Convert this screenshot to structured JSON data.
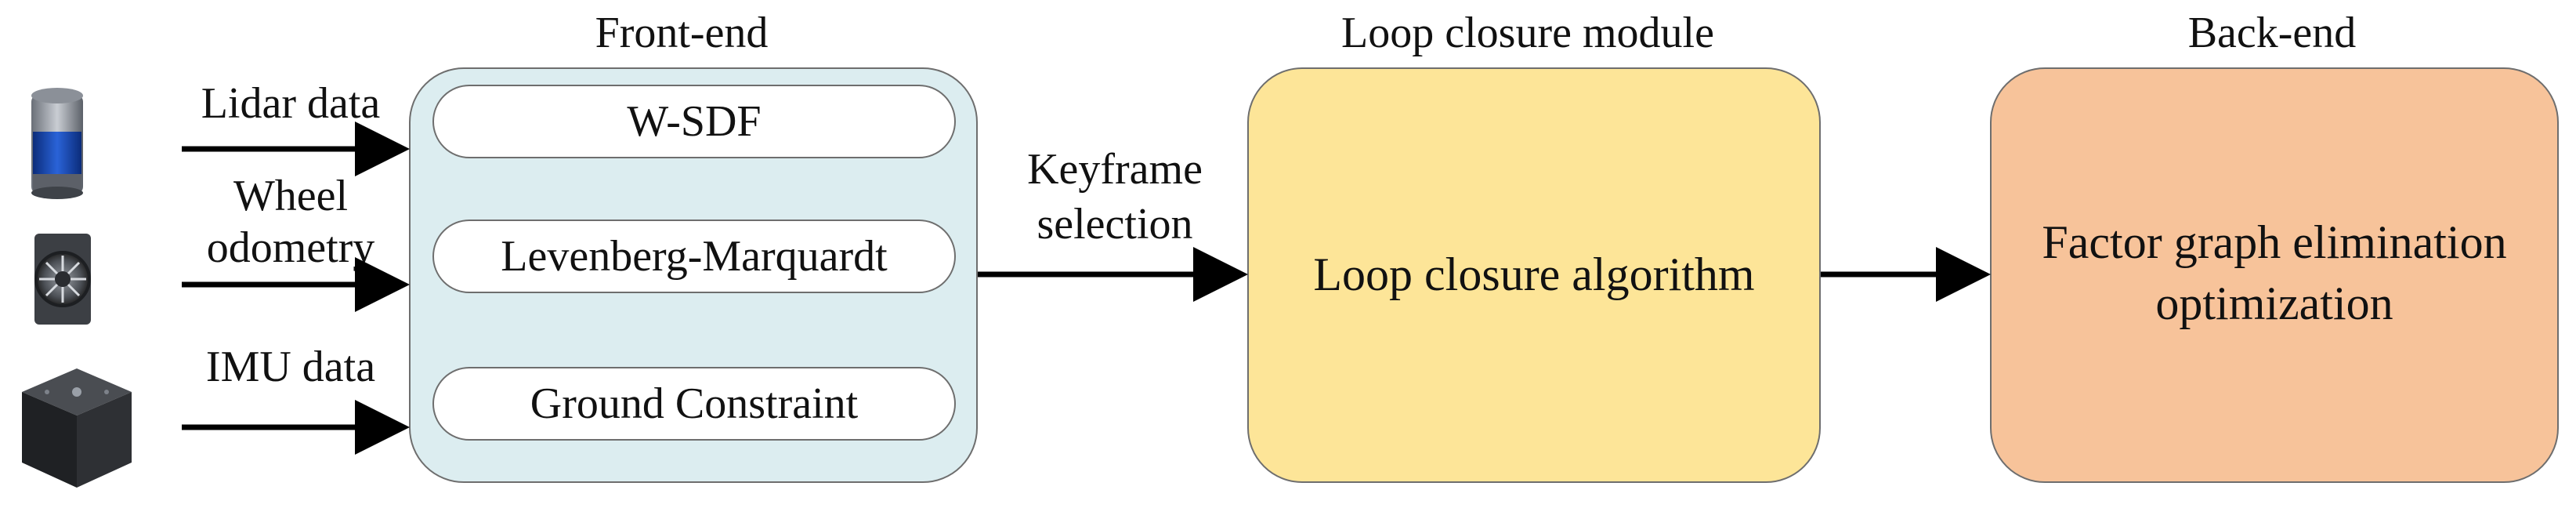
{
  "stages": {
    "front_end": "Front-end",
    "loop_closure": "Loop closure module",
    "back_end": "Back-end"
  },
  "inputs": {
    "lidar": "Lidar data",
    "wheel_line1": "Wheel",
    "wheel_line2": "odometry",
    "imu": "IMU data"
  },
  "front_end_blocks": {
    "wsdf": "W-SDF",
    "lm": "Levenberg-Marquardt",
    "ground": "Ground Constraint"
  },
  "keyframe": {
    "line1": "Keyframe",
    "line2": "selection"
  },
  "loop_closure_block": "Loop closure algorithm",
  "back_end_block": {
    "line1": "Factor graph elimination",
    "line2": "optimization"
  },
  "colors": {
    "front_end_fill": "#dcedf0",
    "loop_closure_fill": "#fde598",
    "back_end_fill": "#f7c39a",
    "arrow": "#000000"
  },
  "icons": [
    "lidar-sensor-icon",
    "wheel-encoder-icon",
    "imu-unit-icon"
  ]
}
